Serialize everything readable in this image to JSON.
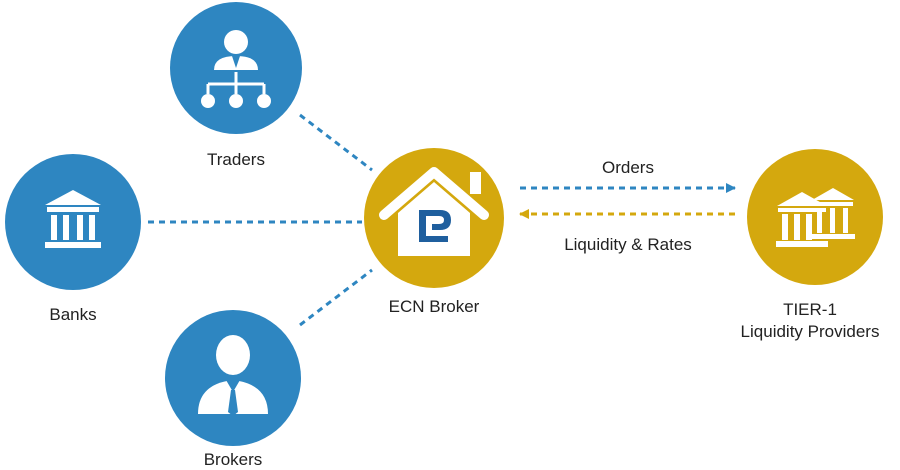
{
  "colors": {
    "blue": "#2e86c1",
    "gold": "#d4a80e",
    "white": "#ffffff"
  },
  "nodes": {
    "traders": {
      "label": "Traders",
      "icon": "trader-hierarchy-icon"
    },
    "banks": {
      "label": "Banks",
      "icon": "bank-building-icon"
    },
    "brokers": {
      "label": "Brokers",
      "icon": "broker-person-icon"
    },
    "ecn": {
      "label": "ECN Broker",
      "icon": "house-logo-icon"
    },
    "tier1": {
      "line1": "TIER-1",
      "line2": "Liquidity Providers",
      "icon": "double-bank-icon"
    }
  },
  "flows": {
    "orders": "Orders",
    "liquidity": "Liquidity & Rates"
  }
}
